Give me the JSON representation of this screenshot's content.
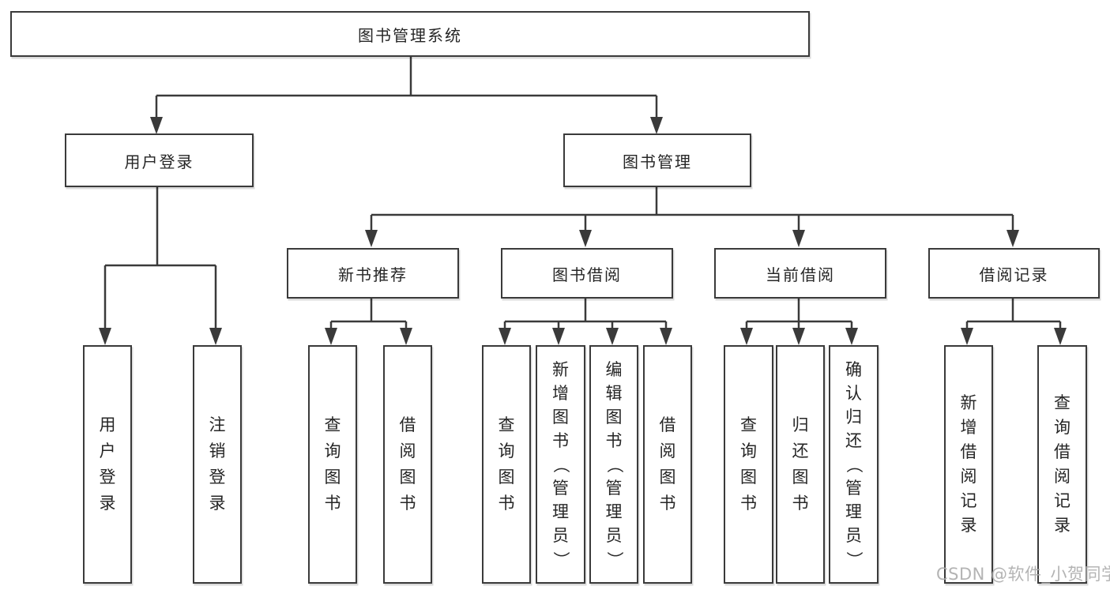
{
  "tree": {
    "root": {
      "label": "图书管理系统"
    },
    "branches": [
      {
        "label": "用户登录",
        "leaves": [
          {
            "label": "用户登录"
          },
          {
            "label": "注销登录"
          }
        ]
      },
      {
        "label": "图书管理",
        "groups": [
          {
            "label": "新书推荐",
            "leaves": [
              {
                "label": "查询图书"
              },
              {
                "label": "借阅图书"
              }
            ]
          },
          {
            "label": "图书借阅",
            "leaves": [
              {
                "label": "查询图书"
              },
              {
                "label": "新增图书（管理员）"
              },
              {
                "label": "编辑图书（管理员）"
              },
              {
                "label": "借阅图书"
              }
            ]
          },
          {
            "label": "当前借阅",
            "leaves": [
              {
                "label": "查询图书"
              },
              {
                "label": "归还图书"
              },
              {
                "label": "确认归还（管理员）"
              }
            ]
          },
          {
            "label": "借阅记录",
            "leaves": [
              {
                "label": "新增借阅记录"
              },
              {
                "label": "查询借阅记录"
              }
            ]
          }
        ]
      }
    ]
  },
  "watermark": {
    "text": "CSDN @软件_小贺同学"
  },
  "colors": {
    "line": "#3a3a3a",
    "box_border": "#3a3a3a",
    "text": "#262626",
    "watermark": "#acacac",
    "background": "#ffffff"
  }
}
